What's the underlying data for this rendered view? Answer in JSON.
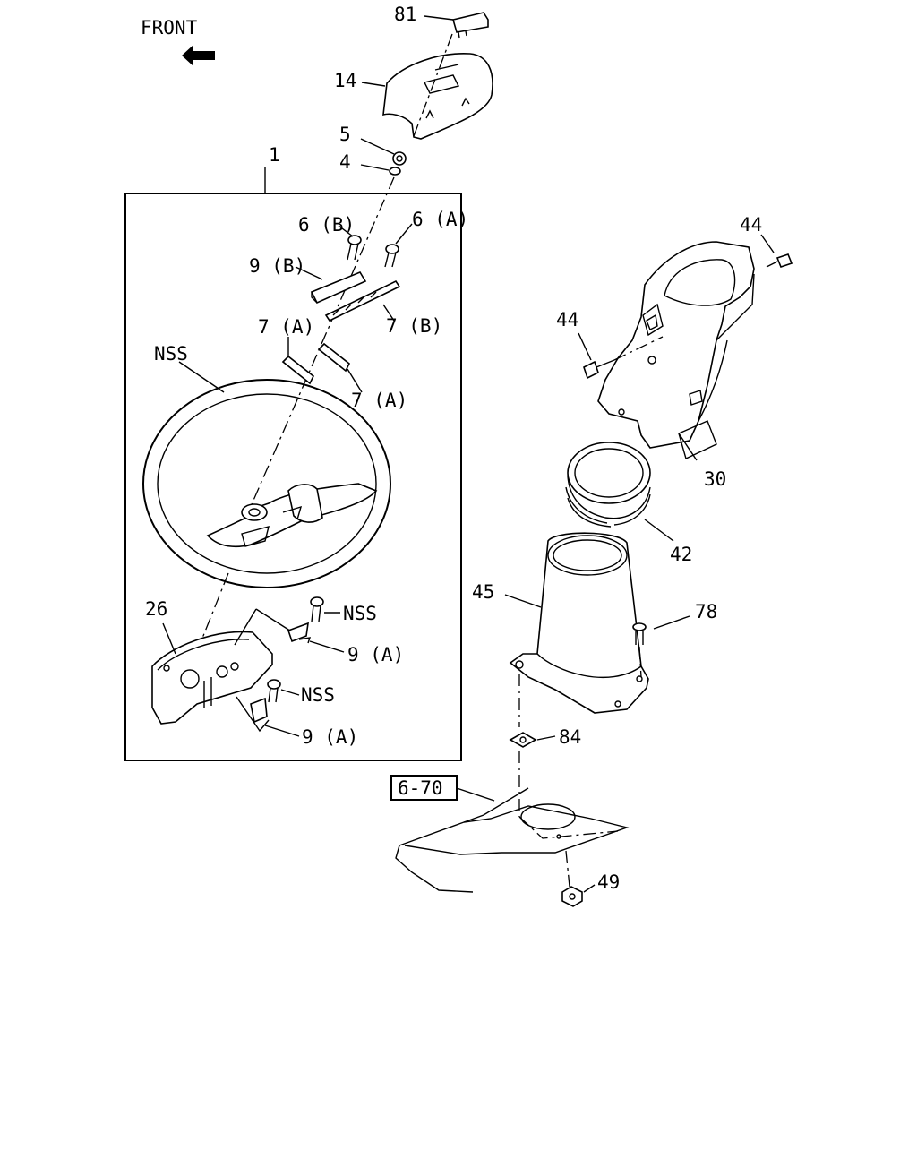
{
  "diagram": {
    "front_label": "FRONT",
    "front_arrow_icon": "front-direction-arrow-icon",
    "ref_box_label": "6-70",
    "parts": [
      {
        "key": "p81",
        "label": "81"
      },
      {
        "key": "p14",
        "label": "14"
      },
      {
        "key": "p5",
        "label": "5"
      },
      {
        "key": "p4",
        "label": "4"
      },
      {
        "key": "p1",
        "label": "1"
      },
      {
        "key": "p6b",
        "label": "6 (B)"
      },
      {
        "key": "p6a",
        "label": "6 (A)"
      },
      {
        "key": "p9b",
        "label": "9 (B)"
      },
      {
        "key": "p7a_1",
        "label": "7 (A)"
      },
      {
        "key": "p7b",
        "label": "7 (B)"
      },
      {
        "key": "pnss_1",
        "label": "NSS"
      },
      {
        "key": "p7a_2",
        "label": "7 (A)"
      },
      {
        "key": "p26",
        "label": "26"
      },
      {
        "key": "pnss_2",
        "label": "NSS"
      },
      {
        "key": "p9a_1",
        "label": "9 (A)"
      },
      {
        "key": "pnss_3",
        "label": "NSS"
      },
      {
        "key": "p9a_2",
        "label": "9 (A)"
      },
      {
        "key": "p44_1",
        "label": "44"
      },
      {
        "key": "p44_2",
        "label": "44"
      },
      {
        "key": "p30",
        "label": "30"
      },
      {
        "key": "p42",
        "label": "42"
      },
      {
        "key": "p45",
        "label": "45"
      },
      {
        "key": "p78",
        "label": "78"
      },
      {
        "key": "p84",
        "label": "84"
      },
      {
        "key": "p49",
        "label": "49"
      }
    ]
  }
}
